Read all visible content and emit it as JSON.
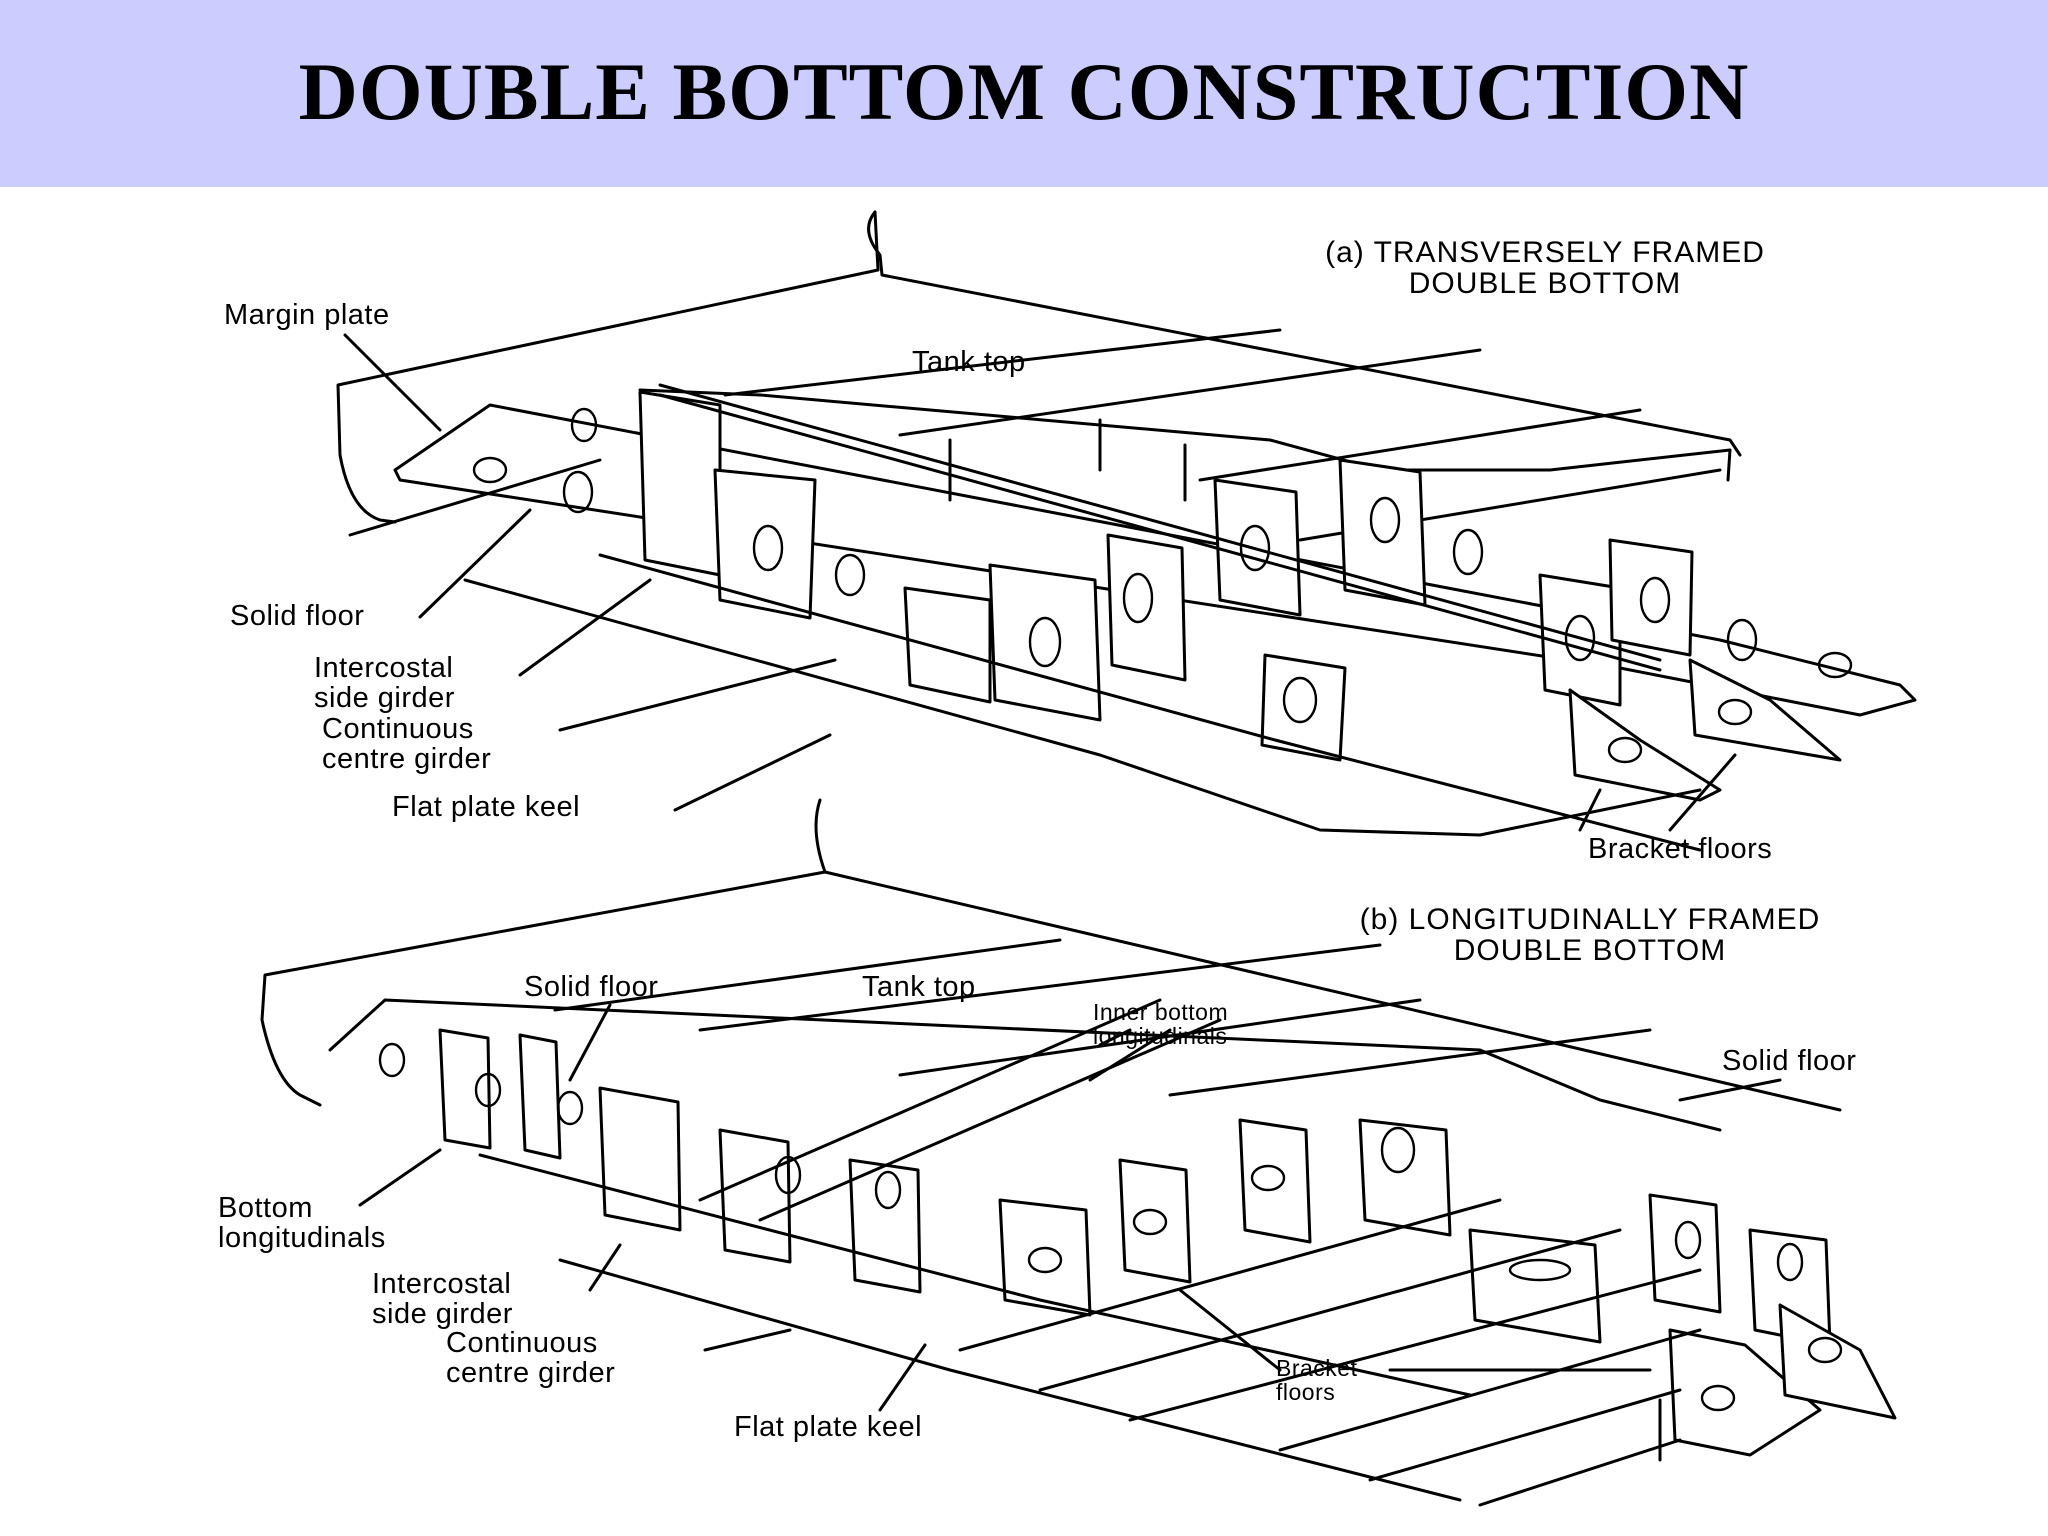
{
  "title": "DOUBLE BOTTOM CONSTRUCTION",
  "colors": {
    "title_band": "#ccccff",
    "line": "#000000",
    "background": "#ffffff"
  },
  "diagram_a": {
    "caption_line1": "(a) TRANSVERSELY FRAMED",
    "caption_line2": "DOUBLE BOTTOM",
    "labels": {
      "margin_plate": "Margin plate",
      "tank_top": "Tank top",
      "solid_floor": "Solid floor",
      "intercostal_side_girder": "Intercostal\nside girder",
      "continuous_centre_girder": "Continuous\ncentre girder",
      "flat_plate_keel": "Flat plate keel",
      "bracket_floors": "Bracket floors"
    }
  },
  "diagram_b": {
    "caption_line1": "(b) LONGITUDINALLY FRAMED",
    "caption_line2": "DOUBLE BOTTOM",
    "labels": {
      "solid_floor_left": "Solid floor",
      "tank_top": "Tank top",
      "inner_bottom_longitudinals": "Inner bottom\nlongitudinals",
      "solid_floor_right": "Solid floor",
      "bottom_longitudinals": "Bottom\nlongitudinals",
      "intercostal_side_girder": "Intercostal\nside girder",
      "continuous_centre_girder": "Continuous\ncentre girder",
      "bracket_floors": "Bracket\nfloors",
      "flat_plate_keel": "Flat plate keel"
    }
  }
}
